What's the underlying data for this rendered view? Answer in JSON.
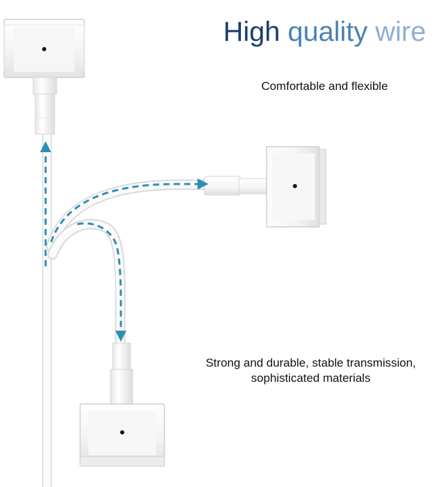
{
  "headline": {
    "word1": "High",
    "word2": "quality",
    "word3": "wire"
  },
  "captions": {
    "top": "Comfortable and flexible",
    "bottom_line1": "Strong and durable, stable transmission,",
    "bottom_line2": "sophisticated materials"
  },
  "colors": {
    "headline_dark": "#1c3d6e",
    "headline_mid": "#4b81b5",
    "headline_light": "#8fb0cf",
    "arrow": "#2e8fb4",
    "cable": "#f7f7f7"
  }
}
